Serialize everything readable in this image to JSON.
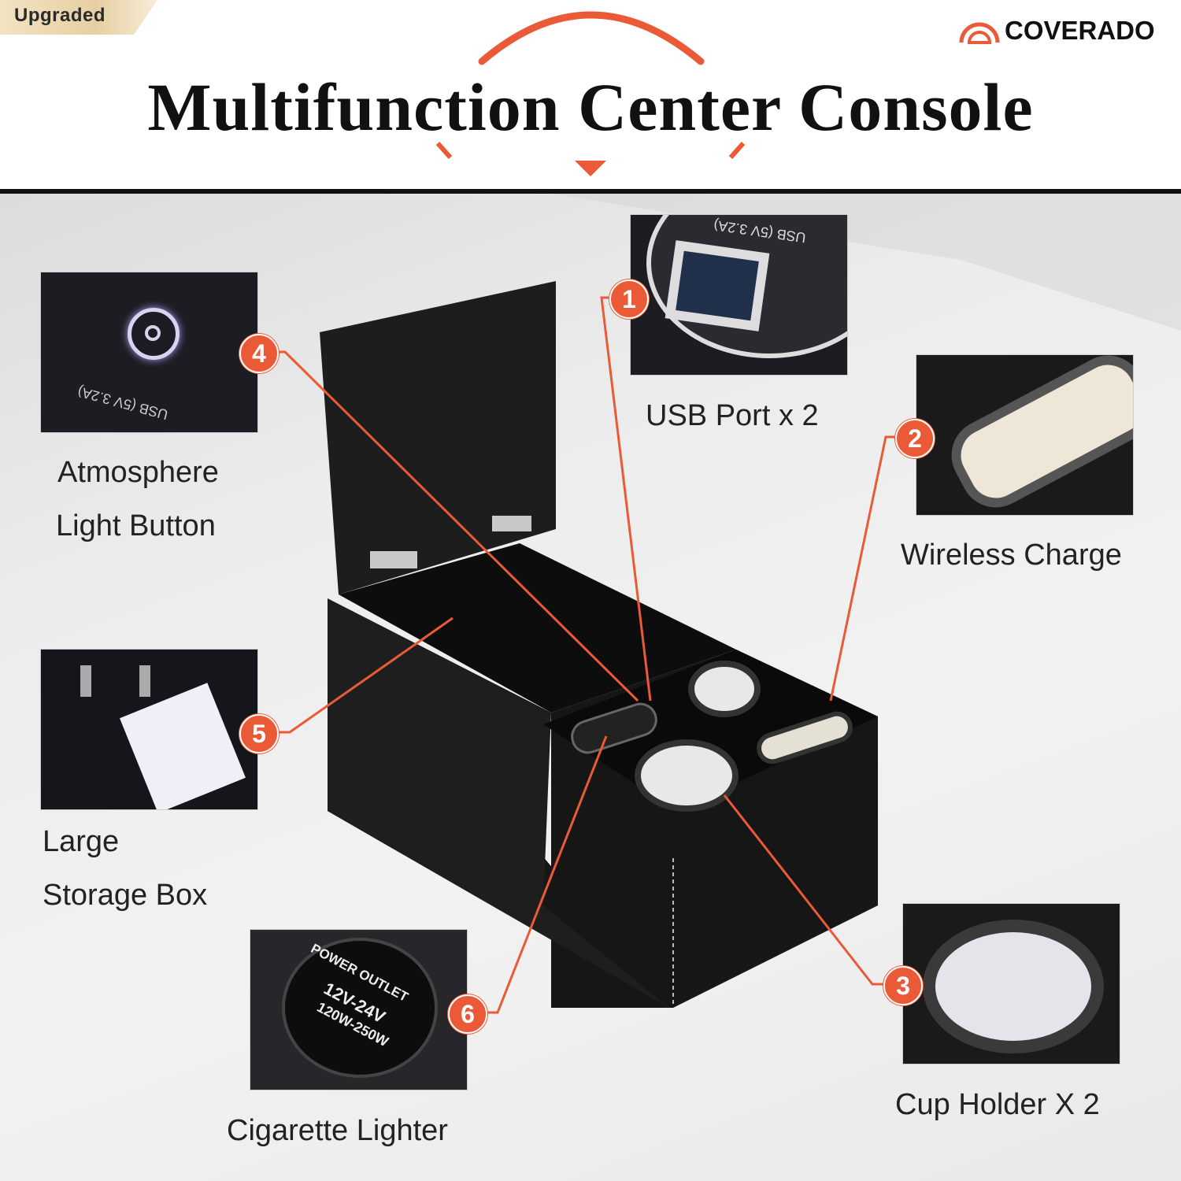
{
  "badge": "Upgraded",
  "brand": "COVERADO",
  "title": "Multifunction Center Console",
  "accent_color": "#ea5a36",
  "features": [
    {
      "number": "1",
      "label": "USB Port x 2",
      "inset_text": "USB (5V 3.2A)"
    },
    {
      "number": "2",
      "label": "Wireless Charge"
    },
    {
      "number": "3",
      "label": "Cup Holder X 2"
    },
    {
      "number": "4",
      "label_line1": "Atmosphere",
      "label_line2": "Light Button",
      "inset_text": "USB (5V 3.2A)"
    },
    {
      "number": "5",
      "label_line1": "Large",
      "label_line2": "Storage Box"
    },
    {
      "number": "6",
      "label": "Cigarette Lighter",
      "inset_text_1": "POWER OUTLET",
      "inset_text_2": "12V-24V",
      "inset_text_3": "120W-250W"
    }
  ]
}
